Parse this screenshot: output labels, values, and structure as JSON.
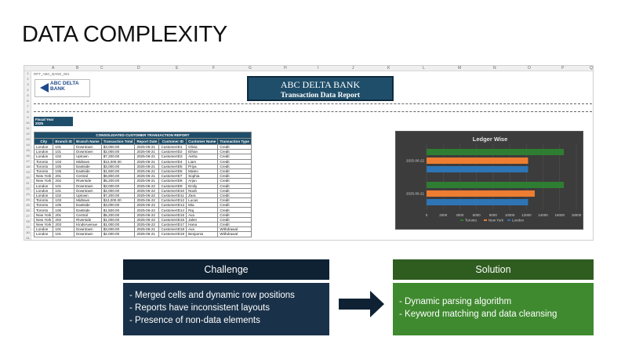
{
  "slide": {
    "title": "DATA COMPLEXITY"
  },
  "sheet": {
    "name": "RPT_ABC_BANK_001",
    "columns": [
      "A",
      "B",
      "C",
      "D",
      "E",
      "F",
      "G",
      "H",
      "I",
      "J",
      "K",
      "L",
      "M",
      "N",
      "O",
      "P",
      "Q"
    ],
    "rows": [
      "1",
      "2",
      "3",
      "4",
      "5",
      "6",
      "7",
      "8",
      "9",
      "10",
      "11",
      "12",
      "13",
      "14",
      "15",
      "16",
      "17",
      "18",
      "19",
      "20",
      "21",
      "22",
      "23",
      "24",
      "25",
      "26",
      "27",
      "28",
      "29",
      "30",
      "31"
    ],
    "logo_text": "ABC DELTA BANK",
    "bank_name": "ABC DELTA BANK",
    "report_name": "Transaction Data Report",
    "fiscal_year_label": "Fiscal Year",
    "fiscal_year_value": "2025",
    "table": {
      "caption": "CONSOLIDATED CUSTOMER  TRANSACTION REPORT",
      "headers": [
        "City",
        "Branch ID",
        "Branch Name",
        "Transaction Total",
        "Report Date",
        "Customer ID",
        "Customer Name",
        "Transaction Type"
      ],
      "rows": [
        [
          "London",
          "101",
          "Downtown",
          "$3,000.00",
          "2025-06-21",
          "CustomerID1",
          "Olivia",
          "Credit"
        ],
        [
          "London",
          "101",
          "Downtown",
          "$2,000.00",
          "2025-06-21",
          "CustomerID2",
          "Ethan",
          "Credit"
        ],
        [
          "London",
          "102",
          "Uptown",
          "$7,200.00",
          "2025-06-21",
          "CustomerID3",
          "Aisha",
          "Credit"
        ],
        [
          "Toronto",
          "103",
          "Midtown",
          "$12,000.00",
          "2025-06-21",
          "CustomerID4",
          "Liam",
          "Credit"
        ],
        [
          "Toronto",
          "105",
          "Eastside",
          "$3,000.00",
          "2025-06-21",
          "CustomerID5",
          "Priya",
          "Credit"
        ],
        [
          "Toronto",
          "105",
          "Eastside",
          "$1,500.00",
          "2025-06-21",
          "CustomerID6",
          "Mateo",
          "Credit"
        ],
        [
          "New York",
          "201",
          "Central",
          "$6,800.00",
          "2025-06-21",
          "CustomerID7",
          "Sophia",
          "Credit"
        ],
        [
          "New York",
          "202",
          "Riverside",
          "$5,200.00",
          "2025-06-21",
          "CustomerID8",
          "Arjun",
          "Credit"
        ],
        [
          "London",
          "101",
          "Downtown",
          "$3,000.00",
          "2025-06-22",
          "CustomerID9",
          "Emily",
          "Credit"
        ],
        [
          "London",
          "101",
          "Downtown",
          "$2,000.00",
          "2025-06-22",
          "CustomerID10",
          "Noah",
          "Credit"
        ],
        [
          "London",
          "102",
          "Uptown",
          "$7,200.00",
          "2025-06-22",
          "CustomerID11",
          "Zara",
          "Credit"
        ],
        [
          "Toronto",
          "103",
          "Midtown",
          "$12,000.00",
          "2025-06-22",
          "CustomerID12",
          "Lucas",
          "Credit"
        ],
        [
          "Toronto",
          "105",
          "Eastside",
          "$3,000.00",
          "2025-06-22",
          "CustomerID13",
          "Mia",
          "Credit"
        ],
        [
          "Toronto",
          "105",
          "Eastside",
          "$1,500.00",
          "2025-06-22",
          "CustomerID14",
          "Raj",
          "Credit"
        ],
        [
          "New York",
          "201",
          "Central",
          "$5,200.00",
          "2025-06-22",
          "CustomerID15",
          "Ava",
          "Credit"
        ],
        [
          "New York",
          "202",
          "Riverside",
          "$1,000.00",
          "2025-06-22",
          "CustomerID16",
          "Jalen",
          "Credit"
        ],
        [
          "New York",
          "203",
          "KindsAvenue",
          "$1,000.00",
          "2025-06-22",
          "CustomerID17",
          "Hana",
          "Credit"
        ],
        [
          "London",
          "101",
          "Downtown",
          "$3,000.00",
          "2025-06-21",
          "CustomerID18",
          "Ava",
          "Withdrawal"
        ],
        [
          "London",
          "101",
          "Downtown",
          "$2,000.00",
          "2025-06-21",
          "CustomerID19",
          "Benjamin",
          "Withdrawal"
        ]
      ]
    }
  },
  "chart_data": {
    "type": "bar",
    "orientation": "horizontal",
    "title": "Ledger Wise",
    "categories": [
      "2025-06-21",
      "2025-06-22"
    ],
    "series": [
      {
        "name": "Toronto",
        "color": "#2e7d32",
        "values": [
          16500,
          16500
        ]
      },
      {
        "name": "New York",
        "color": "#ed7d31",
        "values": [
          13000,
          12200
        ]
      },
      {
        "name": "London",
        "color": "#2e75b6",
        "values": [
          12200,
          12200
        ]
      }
    ],
    "x_ticks": [
      "0",
      "2000",
      "4000",
      "6000",
      "8000",
      "10000",
      "12000",
      "14000",
      "16000",
      "18000"
    ],
    "xlim": [
      0,
      18000
    ],
    "legend_position": "bottom",
    "grid": true
  },
  "challenge": {
    "title": "Challenge",
    "items": [
      "- Merged cells and dynamic row positions",
      "- Reports have inconsistent layouts",
      "- Presence of non-data elements"
    ]
  },
  "solution": {
    "title": "Solution",
    "items": [
      "- Dynamic parsing algorithm",
      "- Keyword matching and data cleansing"
    ]
  },
  "colors": {
    "navy": "#1f4e6a",
    "challenge": "#1a3249",
    "solution": "#3f8a2f",
    "chart_bg": "#3c3c3c"
  }
}
